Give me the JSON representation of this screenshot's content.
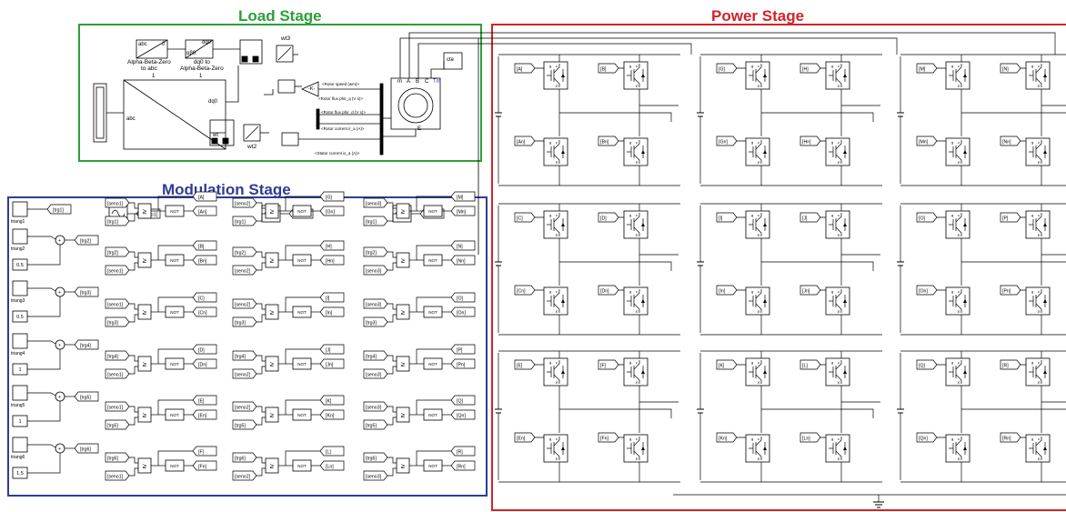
{
  "stages": {
    "load": {
      "title": "Load Stage",
      "color": "#2e9e3a"
    },
    "modulation": {
      "title": "Modulation Stage",
      "color": "#303c93"
    },
    "power": {
      "title": "Power Stage",
      "color": "#d2232a"
    }
  },
  "load": {
    "abc_block": "abc",
    "abc_block_out": "0",
    "alpha_beta_zero": "Alpha-Beta-Zero\nto abc",
    "dq0_block_in": "dq0",
    "dq0_block_out": "αβ0",
    "dq0_to_alpha": "dq0 to\nAlpha-Beta-Zero",
    "one_a": "1",
    "one_b": "1",
    "dq0_label": "dq0",
    "abc_label": "abc",
    "wt_label": "wt",
    "wt3": "wt3",
    "wt2": "wt2",
    "gain": "-K-",
    "cte": "cte",
    "ports": [
      "m",
      "A",
      "B",
      "C",
      "Tm"
    ],
    "e_port": "E",
    "signals": [
      "<Rotor speed (wm)>",
      "<Rotor flux phir_q (V s)>",
      "<Rotor flux phir_d (V s)>",
      "<Rotor current ir_a (A)>",
      "<Stator current is_a (A)>"
    ]
  },
  "modulation": {
    "triangles": [
      {
        "name": "triang1",
        "const": ""
      },
      {
        "name": "triang2",
        "const": "0.5"
      },
      {
        "name": "triang3",
        "const": "0.5"
      },
      {
        "name": "triang4",
        "const": "1"
      },
      {
        "name": "triang5",
        "const": "1"
      },
      {
        "name": "triang6",
        "const": "1.5"
      }
    ],
    "trg_tags": [
      "[trg1]",
      "[trg2]",
      "[trg3]",
      "[trg4]",
      "[trg5]",
      "[trg6]"
    ],
    "seno_tags": [
      "[seno1]",
      "[seno2]",
      "[seno3]"
    ],
    "ge": "≥",
    "not_label": "NOT",
    "columns": [
      {
        "rows": [
          {
            "in1": "[seno1]",
            "in2": "[trg1]",
            "out": "[A]",
            "outn": "[An]"
          },
          {
            "in1": "[trg2]",
            "in2": "[seno1]",
            "out": "[B]",
            "outn": "[Bn]"
          },
          {
            "in1": "[seno1]",
            "in2": "[trg3]",
            "out": "[C]",
            "outn": "[Cn]"
          },
          {
            "in1": "[trg4]",
            "in2": "[seno1]",
            "out": "[D]",
            "outn": "[Dn]"
          },
          {
            "in1": "[seno1]",
            "in2": "[trg5]",
            "out": "[E]",
            "outn": "[En]"
          },
          {
            "in1": "[trg6]",
            "in2": "[seno1]",
            "out": "[F]",
            "outn": "[Fn]"
          }
        ]
      },
      {
        "rows": [
          {
            "in1": "[seno2]",
            "in2": "[trg1]",
            "out": "[G]",
            "outn": "[Gn]"
          },
          {
            "in1": "[trg2]",
            "in2": "[seno2]",
            "out": "[H]",
            "outn": "[Hn]"
          },
          {
            "in1": "[seno2]",
            "in2": "[trg3]",
            "out": "[I]",
            "outn": "[In]"
          },
          {
            "in1": "[trg4]",
            "in2": "[seno2]",
            "out": "[J]",
            "outn": "[Jn]"
          },
          {
            "in1": "[seno2]",
            "in2": "[trg5]",
            "out": "[K]",
            "outn": "[Kn]"
          },
          {
            "in1": "[trg6]",
            "in2": "[seno2]",
            "out": "[L]",
            "outn": "[Ln]"
          }
        ]
      },
      {
        "rows": [
          {
            "in1": "[seno3]",
            "in2": "[trg1]",
            "out": "[M]",
            "outn": "[Mn]"
          },
          {
            "in1": "[trg2]",
            "in2": "[seno3]",
            "out": "[N]",
            "outn": "[Nn]"
          },
          {
            "in1": "[seno3]",
            "in2": "[trg3]",
            "out": "[O]",
            "outn": "[On]"
          },
          {
            "in1": "[trg4]",
            "in2": "[seno3]",
            "out": "[P]",
            "outn": "[Pn]"
          },
          {
            "in1": "[seno3]",
            "in2": "[trg5]",
            "out": "[Q]",
            "outn": "[Qn]"
          },
          {
            "in1": "[trg6]",
            "in2": "[seno3]",
            "out": "[R]",
            "outn": "[Rn]"
          }
        ]
      }
    ]
  },
  "power": {
    "columns": [
      {
        "cells": [
          {
            "top": "[A]",
            "bot": "[An]",
            "top2": "[B]",
            "bot2": "[Bn]"
          },
          {
            "top": "[C]",
            "bot": "[Cn]",
            "top2": "[D]",
            "bot2": "[Dn]"
          },
          {
            "top": "[E]",
            "bot": "[En]",
            "top2": "[F]",
            "bot2": "[Fn]"
          }
        ]
      },
      {
        "cells": [
          {
            "top": "[G]",
            "bot": "[Gn]",
            "top2": "[H]",
            "bot2": "[Hn]"
          },
          {
            "top": "[I]",
            "bot": "[In]",
            "top2": "[J]",
            "bot2": "[Jn]"
          },
          {
            "top": "[K]",
            "bot": "[Kn]",
            "top2": "[L]",
            "bot2": "[Ln]"
          }
        ]
      },
      {
        "cells": [
          {
            "top": "[M]",
            "bot": "[Mn]",
            "top2": "[N]",
            "bot2": "[Nn]"
          },
          {
            "top": "[O]",
            "bot": "[On]",
            "top2": "[P]",
            "bot2": "[Pn]"
          },
          {
            "top": "[Q]",
            "bot": "[Qn]",
            "top2": "[R]",
            "bot2": "[Rn]"
          }
        ]
      }
    ],
    "igbt_labels": {
      "g": "g",
      "c": "C",
      "e": "E"
    }
  }
}
